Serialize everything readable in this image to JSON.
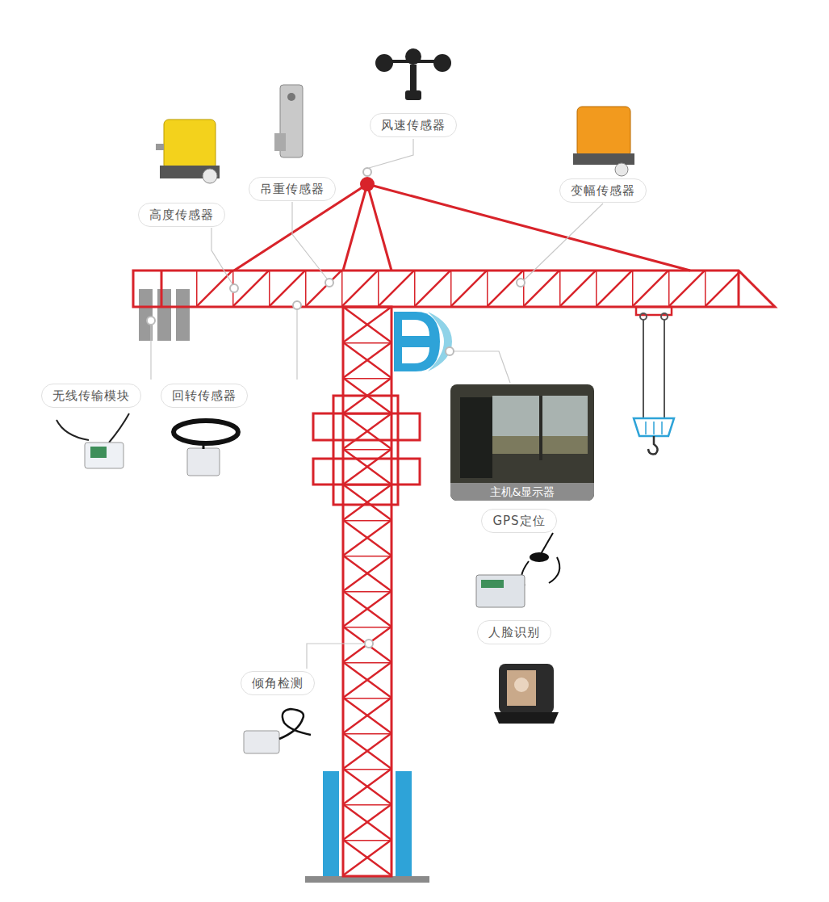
{
  "diagram": {
    "nodes": [
      {
        "text": [
          "风速传感器"
        ]
      },
      {
        "text": [
          "吊重传感器"
        ]
      },
      {
        "text": [
          "变幅传感器"
        ]
      },
      {
        "text": [
          "高度传感器"
        ]
      },
      {
        "text": [
          "无线传输模块"
        ]
      },
      {
        "text": [
          "回转传感器"
        ]
      },
      {
        "text": [
          "主机&显示器"
        ]
      },
      {
        "text": [
          "GPS定位"
        ]
      },
      {
        "text": [
          "人脸识别"
        ]
      },
      {
        "text": [
          "倾角检测"
        ]
      }
    ]
  }
}
